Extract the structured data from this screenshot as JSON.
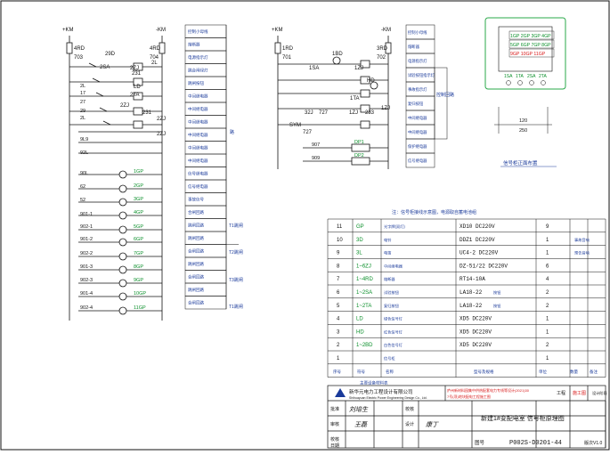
{
  "left_circuit": {
    "bus_left": "+KM",
    "bus_right": "-KM",
    "fuse_left": "4RD",
    "fuse_right": "4RD",
    "node_top_left": "703",
    "node_top_right": "704",
    "devices": [
      "29D",
      "2SA",
      "2ZJ",
      "2L",
      "231",
      "LD",
      "2TA",
      "2ZJ",
      "231",
      "2ZJ",
      "2ZJ"
    ],
    "wires": [
      "2L",
      "17",
      "27",
      "29",
      "2L",
      "9L9",
      "92L",
      "90L",
      "62",
      "52",
      "901-1",
      "902-1",
      "901-2",
      "902-2",
      "901-3",
      "902-3",
      "901-4",
      "902-4"
    ],
    "contacts": [
      "1GP",
      "2GP",
      "3GP",
      "4GP",
      "5GP",
      "6GP",
      "7GP",
      "8GP",
      "9GP",
      "10GP",
      "11GP"
    ],
    "side_labels": [
      "控制小母线",
      "熔断器",
      "电源指示灯",
      "跳合闸绿灯",
      "跳闸按钮",
      "中间继电器",
      "中间继电器",
      "中间继电器",
      "中间继电器",
      "中间继电器",
      "中间继电器",
      "信号继电器",
      "信号继电器",
      "事故信号",
      "合闸回路",
      "跳闸回路",
      "跳闸回路",
      "合闸回路",
      "跳闸回路",
      "合闸回路",
      "跳闸回路",
      "合闸回路"
    ],
    "group_labels": [
      "T1跳闸",
      "T2跳闸",
      "T3跳闸",
      "T1跳闸"
    ],
    "col_label": "路"
  },
  "right_circuit": {
    "bus_left": "+KM",
    "bus_right": "-KM",
    "fuse_left": "1RD",
    "fuse_right": "3RD",
    "node_top_left": "701",
    "node_top_right": "702",
    "devices": [
      "1BD",
      "1SA",
      "1ZJ",
      "HD",
      "1TA",
      "1ZJ",
      "233",
      "32J",
      "727",
      "SYM",
      "727",
      "1ZJ"
    ],
    "wires": [
      "907",
      "909"
    ],
    "contacts": [
      "DP1",
      "DP2"
    ],
    "side_labels": [
      "控制小母线",
      "熔断器",
      "电源指示灯",
      "试验按钮指示灯",
      "事故指示灯",
      "复归按钮",
      "中间继电器",
      "中间继电器",
      "保护继电器",
      "信号继电器"
    ],
    "col_label": "控制回路"
  },
  "panel_view": {
    "title": "信号柜正面布置",
    "rows": [
      "1GP 2GP 3GP 4GP",
      "5GP 6GP 7GP 8GP",
      "9GP 10GP 11GP"
    ],
    "bottom": [
      "1SA",
      "1TA",
      "2SA",
      "2TA"
    ],
    "dims": [
      "120",
      "250"
    ]
  },
  "table": {
    "caption": "注：信号柜接线示意图，电源取自蓄电池组",
    "headers": [
      "序号",
      "符号",
      "名称",
      "型号及规格",
      "单位",
      "数量",
      "备注"
    ],
    "rows": [
      {
        "no": "11",
        "sym": "GP",
        "name": "光字牌(双灯)",
        "spec": "XD10  DC220V",
        "qty": "9",
        "note": ""
      },
      {
        "no": "10",
        "sym": "3D",
        "name": "电铃",
        "spec": "DDZ1  DC220V",
        "qty": "1",
        "note": "事故音响"
      },
      {
        "no": "9",
        "sym": "3L",
        "name": "电笛",
        "spec": "UC4-2  DC220V",
        "qty": "1",
        "note": "预告音响"
      },
      {
        "no": "8",
        "sym": "1~6ZJ",
        "name": "中间继电器",
        "spec": "DZ-51/22 DC220V",
        "qty": "6",
        "note": ""
      },
      {
        "no": "7",
        "sym": "1~4RD",
        "name": "熔断器",
        "spec": "RT14-10A",
        "qty": "4",
        "note": ""
      },
      {
        "no": "6",
        "sym": "1~2SA",
        "name": "试验按钮",
        "spec": "LA18-22",
        "qty": "2",
        "note": ""
      },
      {
        "no": "5",
        "sym": "1~2TA",
        "name": "复归按钮",
        "spec": "LA18-22",
        "qty": "2",
        "note": ""
      },
      {
        "no": "4",
        "sym": "LD",
        "name": "绿色信号灯",
        "spec": "XD5  DC220V",
        "qty": "1",
        "note": ""
      },
      {
        "no": "3",
        "sym": "HD",
        "name": "红色信号灯",
        "spec": "XD5  DC220V",
        "qty": "1",
        "note": ""
      },
      {
        "no": "2",
        "sym": "1~2BD",
        "name": "白色信号灯",
        "spec": "XD5  DC220V",
        "qty": "2",
        "note": ""
      },
      {
        "no": "1",
        "sym": "",
        "name": "信号柜",
        "spec": "",
        "qty": "1",
        "note": ""
      }
    ],
    "suffix_rows": {
      "6": "按钮",
      "5": "按钮"
    },
    "footer_label": "主要设备材料表"
  },
  "title_block": {
    "company_cn": "新华元电力工程设计有限公司",
    "company_en": "Shihuayuan Electric Power Engineering Design Co., Ltd.",
    "project_red": "庐州新材料园集中供热配套电力专线等设计(2021)307号(项)地块配电工程施工图",
    "stage_label": "工程",
    "stage_value": "施工图",
    "col_right": "设计阶段",
    "roles": [
      "批准",
      "审核",
      "校核",
      "设计",
      "制图"
    ],
    "signatures": [
      "刘培生",
      "王磊",
      "康丁"
    ],
    "role_mid": [
      "校核",
      "设计"
    ],
    "drawing_title": "新建1#变配电室  信号柜原理图",
    "drawing_no_label": "图号",
    "drawing_no": "P002S-D0201-44",
    "version": "版次V1.0",
    "date_label": "日期"
  },
  "colors": {
    "line": "#111111",
    "green": "#0a8f2a",
    "red": "#d81818",
    "blue": "#1a3a9a",
    "panel_green": "#2aa84a"
  }
}
